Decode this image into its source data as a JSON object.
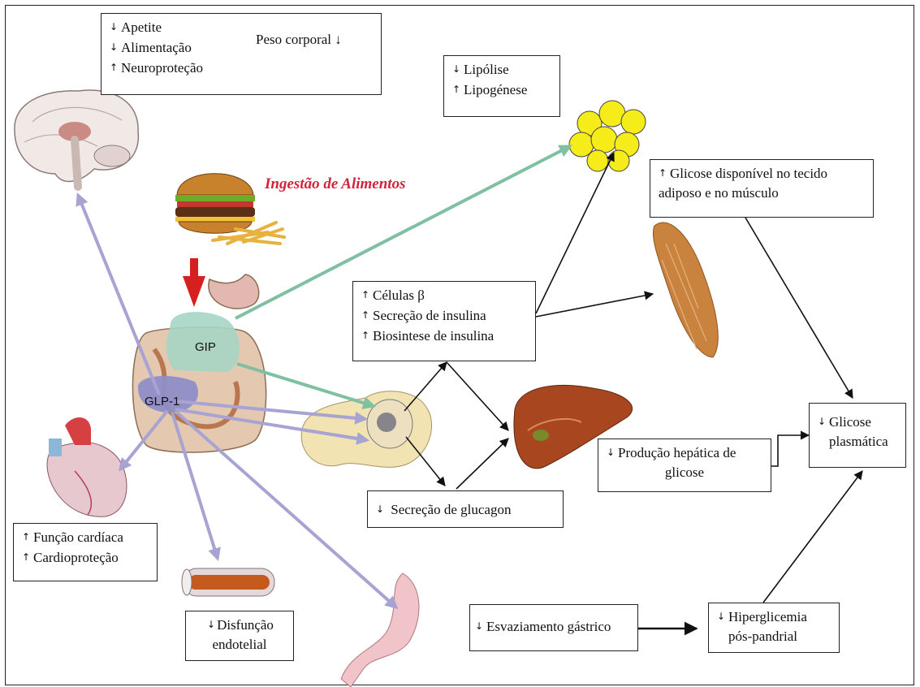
{
  "title": "Ingestão de Alimentos",
  "hormones": {
    "gip": "GIP",
    "glp1": "GLP-1"
  },
  "brain_box": {
    "lines": [
      {
        "arrow": "↓",
        "text": "Apetite"
      },
      {
        "arrow": "↓",
        "text": "Alimentação"
      },
      {
        "arrow": "↑",
        "text": "Neuroproteção"
      }
    ],
    "result": "Peso corporal ↓"
  },
  "fat_box": [
    {
      "arrow": "↓",
      "text": "Lipólise"
    },
    {
      "arrow": "↑",
      "text": "Lipogénese"
    }
  ],
  "beta_box": [
    {
      "arrow": "↑",
      "text": "Células β"
    },
    {
      "arrow": "↑",
      "text": "Secreção de insulina"
    },
    {
      "arrow": "↑",
      "text": "Biosintese de insulina"
    }
  ],
  "glucose_tissue_box": {
    "arrow": "↑",
    "line1": "Glicose  disponível no tecido",
    "line2": "adiposo e no músculo"
  },
  "liver_box": {
    "arrow": "↓",
    "line1": "Produção hepática de",
    "line2": "glicose"
  },
  "plasma_box": {
    "arrow": "↓",
    "line1": "Glicose",
    "line2": "plasmática"
  },
  "glucagon_box": {
    "arrow": "↓",
    "text": "Secreção de glucagon"
  },
  "heart_box": [
    {
      "arrow": "↑",
      "text": "Função cardíaca"
    },
    {
      "arrow": "↑",
      "text": "Cardioproteção"
    }
  ],
  "endothelial_box": {
    "arrow": "↓",
    "line1": "Disfunção",
    "line2": "endotelial"
  },
  "gastric_box": {
    "arrow": "↓",
    "text": "Esvaziamento gástrico"
  },
  "hyper_box": {
    "arrow": "↓",
    "line1": "Hiperglicemia",
    "line2": "pós-pandrial"
  },
  "colors": {
    "green_arrow": "#7fbfa2",
    "purple_arrow": "#a7a3d2",
    "title_red": "#d0253b",
    "down_arrow_red": "#d62020"
  }
}
